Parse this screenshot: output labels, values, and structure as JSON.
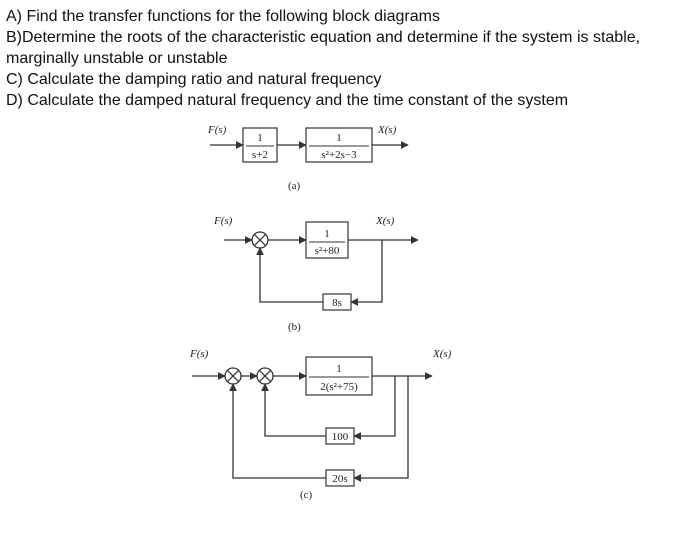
{
  "questions": [
    "A) Find the transfer functions for the following block diagrams",
    "B)Determine the roots of the characteristic equation and determine if the system is stable, marginally unstable or unstable",
    "C) Calculate the damping ratio and natural frequency",
    "D) Calculate the damped natural frequency and the time constant of the system"
  ],
  "diagram_a": {
    "input": "F(s)",
    "output": "X(s)",
    "caption": "(a)",
    "block1": {
      "num": "1",
      "den": "s+2"
    },
    "block2": {
      "num": "1",
      "den": "s²+2s−3"
    }
  },
  "diagram_b": {
    "input": "F(s)",
    "output": "X(s)",
    "caption": "(b)",
    "forward": {
      "num": "1",
      "den": "s²+80"
    },
    "feedback": "8s"
  },
  "diagram_c": {
    "input": "F(s)",
    "output": "X(s)",
    "caption": "(c)",
    "forward": {
      "num": "1",
      "den": "2(s²+75)"
    },
    "feedback_inner": "100",
    "feedback_outer": "20s"
  }
}
